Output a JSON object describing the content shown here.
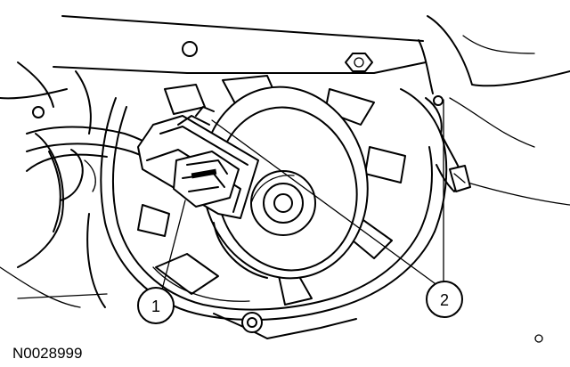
{
  "figure_code": "N0028999",
  "callouts": [
    {
      "id": "1",
      "label": "1"
    },
    {
      "id": "2",
      "label": "2"
    }
  ]
}
